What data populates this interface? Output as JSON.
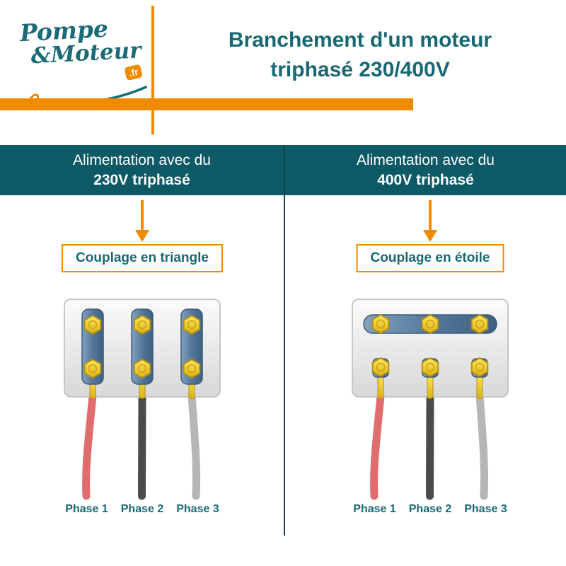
{
  "logo": {
    "line1": "Pompe",
    "line2": "&Moteur",
    "tld": ".fr"
  },
  "title": {
    "line1": "Branchement d'un moteur",
    "line2": "triphasé 230/400V"
  },
  "columns": {
    "left": {
      "header_line1": "Alimentation avec du",
      "header_line2": "230V triphasé",
      "coupling_label": "Couplage en triangle",
      "phases": [
        "Phase 1",
        "Phase 2",
        "Phase 3"
      ]
    },
    "right": {
      "header_line1": "Alimentation avec du",
      "header_line2": "400V triphasé",
      "coupling_label": "Couplage en étoile",
      "phases": [
        "Phase 1",
        "Phase 2",
        "Phase 3"
      ]
    }
  },
  "colors": {
    "teal_text": "#176873",
    "header_background": "#0d5966",
    "accent_orange": "#f08a00",
    "wire_phase1_red": "#e06d6d",
    "wire_phase2_dark_gray": "#4b4b4d",
    "wire_phase3_light_gray": "#b6b6b8",
    "terminal_brass": "#e9c227",
    "terminal_steel": "#55789a"
  }
}
